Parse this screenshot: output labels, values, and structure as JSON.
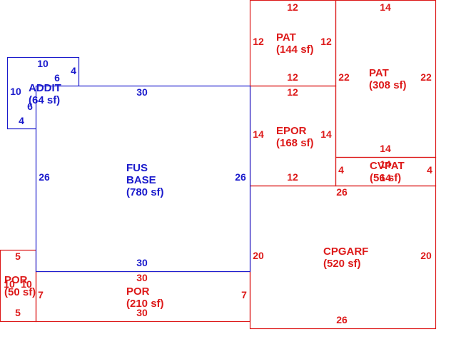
{
  "colors": {
    "living": "#1a1acc",
    "other": "#dd1a1a",
    "background": "#ffffff"
  },
  "areas": [
    {
      "id": "addit",
      "kind": "living",
      "lines": [
        "ADDIT",
        "(64 sf)"
      ],
      "dims": [
        "10",
        "6",
        "4",
        "10",
        "6",
        "4"
      ]
    },
    {
      "id": "fus-base",
      "kind": "living",
      "lines": [
        "FUS",
        "BASE",
        "(780 sf)"
      ],
      "dims": [
        "30",
        "26",
        "26",
        "30"
      ]
    },
    {
      "id": "pat-144",
      "kind": "other",
      "lines": [
        "PAT",
        "(144 sf)"
      ],
      "dims": [
        "12",
        "12",
        "12",
        "12"
      ]
    },
    {
      "id": "pat-308",
      "kind": "other",
      "lines": [
        "PAT",
        "(308 sf)"
      ],
      "dims": [
        "14",
        "22",
        "22",
        "14"
      ]
    },
    {
      "id": "epor",
      "kind": "other",
      "lines": [
        "EPOR",
        "(168 sf)"
      ],
      "dims": [
        "12",
        "14",
        "14",
        "12"
      ]
    },
    {
      "id": "cvpat",
      "kind": "other",
      "lines": [
        "CVPAT",
        "(56 sf)"
      ],
      "dims": [
        "14",
        "4",
        "4",
        "14"
      ]
    },
    {
      "id": "cpgarf",
      "kind": "other",
      "lines": [
        "CPGARF",
        "(520 sf)"
      ],
      "dims": [
        "26",
        "20",
        "20",
        "26"
      ]
    },
    {
      "id": "por-210",
      "kind": "other",
      "lines": [
        "POR",
        "(210 sf)"
      ],
      "dims": [
        "30",
        "7",
        "7",
        "30"
      ]
    },
    {
      "id": "por-50",
      "kind": "other",
      "lines": [
        "POR",
        "(50 sf)"
      ],
      "dims": [
        "5",
        "10",
        "10",
        "5"
      ]
    }
  ]
}
